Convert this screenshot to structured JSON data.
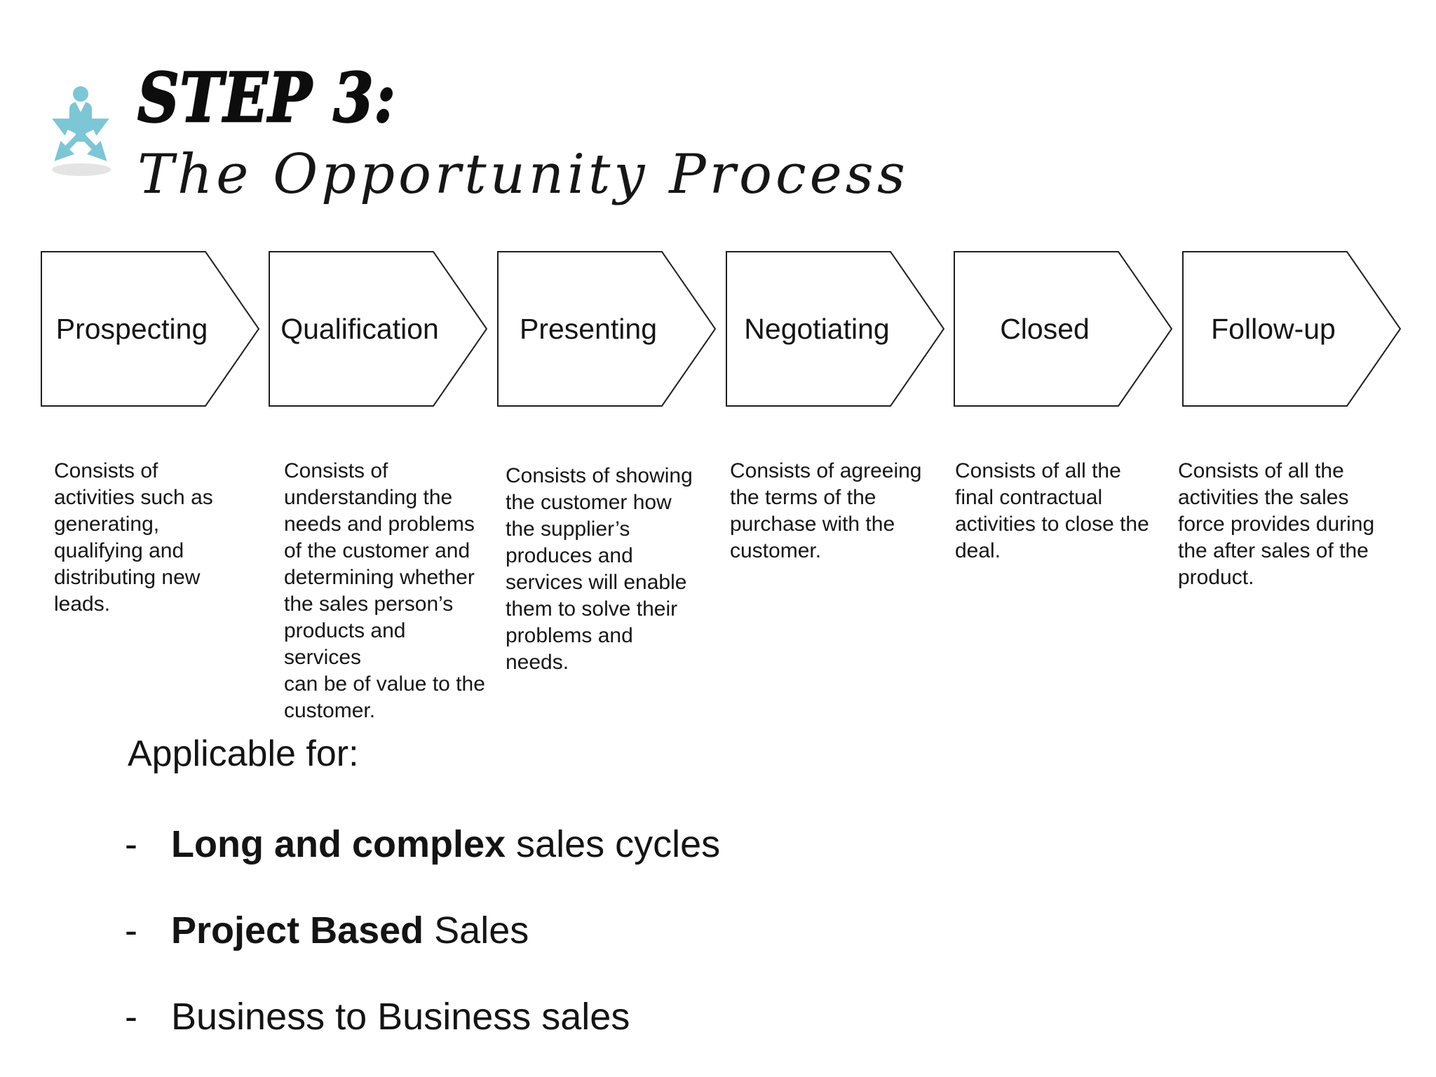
{
  "title": {
    "step": "STEP 3:",
    "subtitle": "The Opportunity Process"
  },
  "icons": {
    "header": "person-arrows-icon"
  },
  "process": {
    "stages": [
      {
        "label": "Prospecting",
        "description": "Consists of\nactivities such as\ngenerating,\nqualifying and\ndistributing new\nleads."
      },
      {
        "label": "Qualification",
        "description": "Consists of\nunderstanding the\nneeds and problems\nof the customer and\ndetermining whether\nthe sales person’s\nproducts and services\ncan be of value to the\ncustomer."
      },
      {
        "label": "Presenting",
        "description": "Consists of showing\nthe customer how\nthe supplier’s\nproduces and\nservices will enable\nthem to solve their\nproblems and\nneeds."
      },
      {
        "label": "Negotiating",
        "description": "Consists of agreeing\nthe terms of the\npurchase with the\ncustomer."
      },
      {
        "label": "Closed",
        "description": "Consists of all the\nfinal contractual\nactivities to close the\ndeal."
      },
      {
        "label": "Follow-up",
        "description": "Consists of all the\nactivities the sales\nforce provides during\nthe after sales of the\nproduct."
      }
    ]
  },
  "applicable": {
    "heading": "Applicable for:",
    "marker": "-",
    "items": [
      {
        "bold": "Long and complex",
        "rest": " sales cycles"
      },
      {
        "bold": "Project Based",
        "rest": " Sales"
      },
      {
        "bold": "",
        "rest": "Business to Business sales"
      }
    ]
  },
  "colors": {
    "background": "#ffffff",
    "text": "#141414",
    "chevron_border": "#1f1f1f",
    "icon_teal": "#7cc6d6",
    "icon_shadow": "#e4e4e4"
  }
}
